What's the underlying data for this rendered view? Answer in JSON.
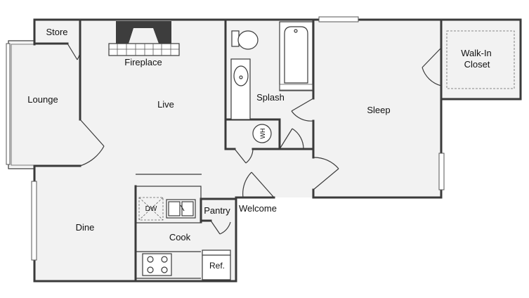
{
  "rooms": {
    "store": "Store",
    "fireplace": "Fireplace",
    "lounge": "Lounge",
    "live": "Live",
    "splash": "Splash",
    "sleep": "Sleep",
    "walk_in_closet_line1": "Walk-In",
    "walk_in_closet_line2": "Closet",
    "dine": "Dine",
    "welcome": "Welcome",
    "pantry": "Pantry",
    "cook": "Cook"
  },
  "fixtures": {
    "dishwasher": "DW",
    "water_heater": "WH",
    "refrigerator": "Ref."
  },
  "colors": {
    "floor": "#f2f2f2",
    "wall": "#3a3a3a",
    "fireplace": "#3d3d3d",
    "background": "#ffffff"
  }
}
